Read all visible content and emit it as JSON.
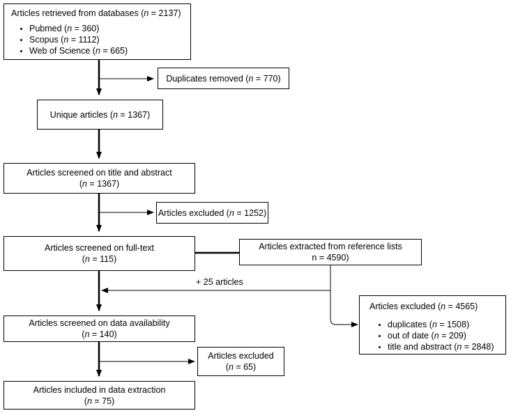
{
  "boxes": {
    "retrieved": {
      "prefix": "Articles retrieved from databases (",
      "n": "n",
      "suffix": " = 2137)",
      "items": [
        {
          "name": "Pubmed (",
          "n": "n",
          "rest": " = 360)"
        },
        {
          "name": "Scopus (",
          "n": "n",
          "rest": " = 1112)"
        },
        {
          "name": "Web of Science (",
          "n": "n",
          "rest": " = 665)"
        }
      ]
    },
    "duplicates": {
      "prefix": "Duplicates removed (",
      "n": "n",
      "suffix": " = 770)"
    },
    "unique": {
      "prefix": "Unique articles (",
      "n": "n",
      "suffix": " = 1367)"
    },
    "title_abstract": {
      "line1": "Articles screened on title and abstract",
      "prefix": "(",
      "n": "n",
      "suffix": " = 1367)"
    },
    "excluded_1": {
      "prefix": "Articles excluded (",
      "n": "n",
      "suffix": " = 1252)"
    },
    "full_text": {
      "line1": "Articles screened on full-text",
      "prefix": "(",
      "n": "n",
      "suffix": " = 115)"
    },
    "reference_lists": {
      "line1": "Articles extracted from reference lists",
      "line2": "n = 4590)"
    },
    "excluded_ref": {
      "prefix": "Articles excluded (",
      "n": "n",
      "suffix": " = 4565)",
      "items": [
        {
          "name": "duplicates (",
          "n": "n",
          "rest": " = 1508)"
        },
        {
          "name": "out of date (",
          "n": "n",
          "rest": " = 209)"
        },
        {
          "name": "title and abstract (",
          "n": "n",
          "rest": " = 2848)"
        }
      ]
    },
    "data_availability": {
      "line1": "Articles screened on data availability",
      "prefix": "(",
      "n": "n",
      "suffix": " = 140)"
    },
    "excluded_2": {
      "line1": "Articles excluded",
      "prefix": "(",
      "n": "n",
      "suffix": " = 65)"
    },
    "included": {
      "line1": "Articles included in data extraction",
      "prefix": "(",
      "n": "n",
      "suffix": " = 75)"
    }
  },
  "labels": {
    "plus_articles": "+ 25 articles"
  }
}
